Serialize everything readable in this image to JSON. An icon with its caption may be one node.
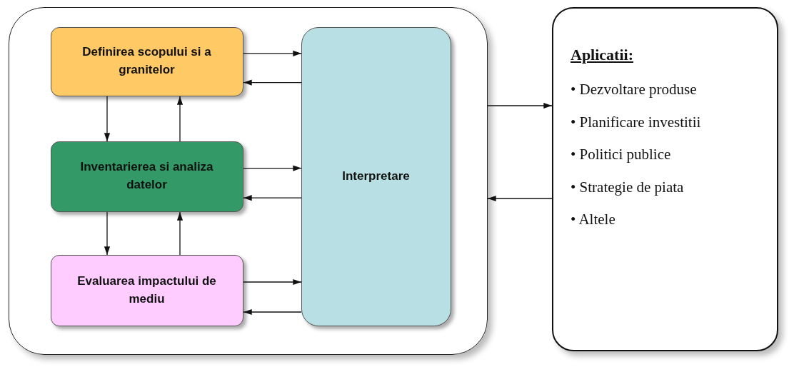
{
  "diagram": {
    "nodes": [
      {
        "text": [],
        "shape": "box"
      },
      {
        "text": [
          "Definirea scopului si a granitelor"
        ],
        "in": 0
      },
      {
        "text": [
          "Inventarierea si analiza datelor"
        ],
        "in": 0
      },
      {
        "text": [
          "Evaluarea impactului de mediu"
        ],
        "in": 0
      },
      {
        "text": [
          "Interpretare"
        ],
        "in": 0
      },
      {
        "text": [
          "Aplicatii:",
          "• Dezvoltare produse",
          "• Planificare investitii",
          "• Politici publice",
          "• Strategie de piata",
          "• Altele"
        ]
      }
    ],
    "edges": [
      {
        "from": 1,
        "to": 4,
        "arrow": "to"
      },
      {
        "from": 4,
        "to": 1,
        "arrow": "to"
      },
      {
        "from": 2,
        "to": 4,
        "arrow": "to"
      },
      {
        "from": 4,
        "to": 2,
        "arrow": "to"
      },
      {
        "from": 3,
        "to": 4,
        "arrow": "to"
      },
      {
        "from": 4,
        "to": 3,
        "arrow": "to"
      },
      {
        "from": 1,
        "to": 2,
        "arrow": "to"
      },
      {
        "from": 2,
        "to": 1,
        "arrow": "to"
      },
      {
        "from": 2,
        "to": 3,
        "arrow": "to"
      },
      {
        "from": 3,
        "to": 2,
        "arrow": "to"
      },
      {
        "from": 0,
        "to": 5,
        "arrow": "to"
      },
      {
        "from": 5,
        "to": 0,
        "arrow": "to"
      }
    ]
  }
}
